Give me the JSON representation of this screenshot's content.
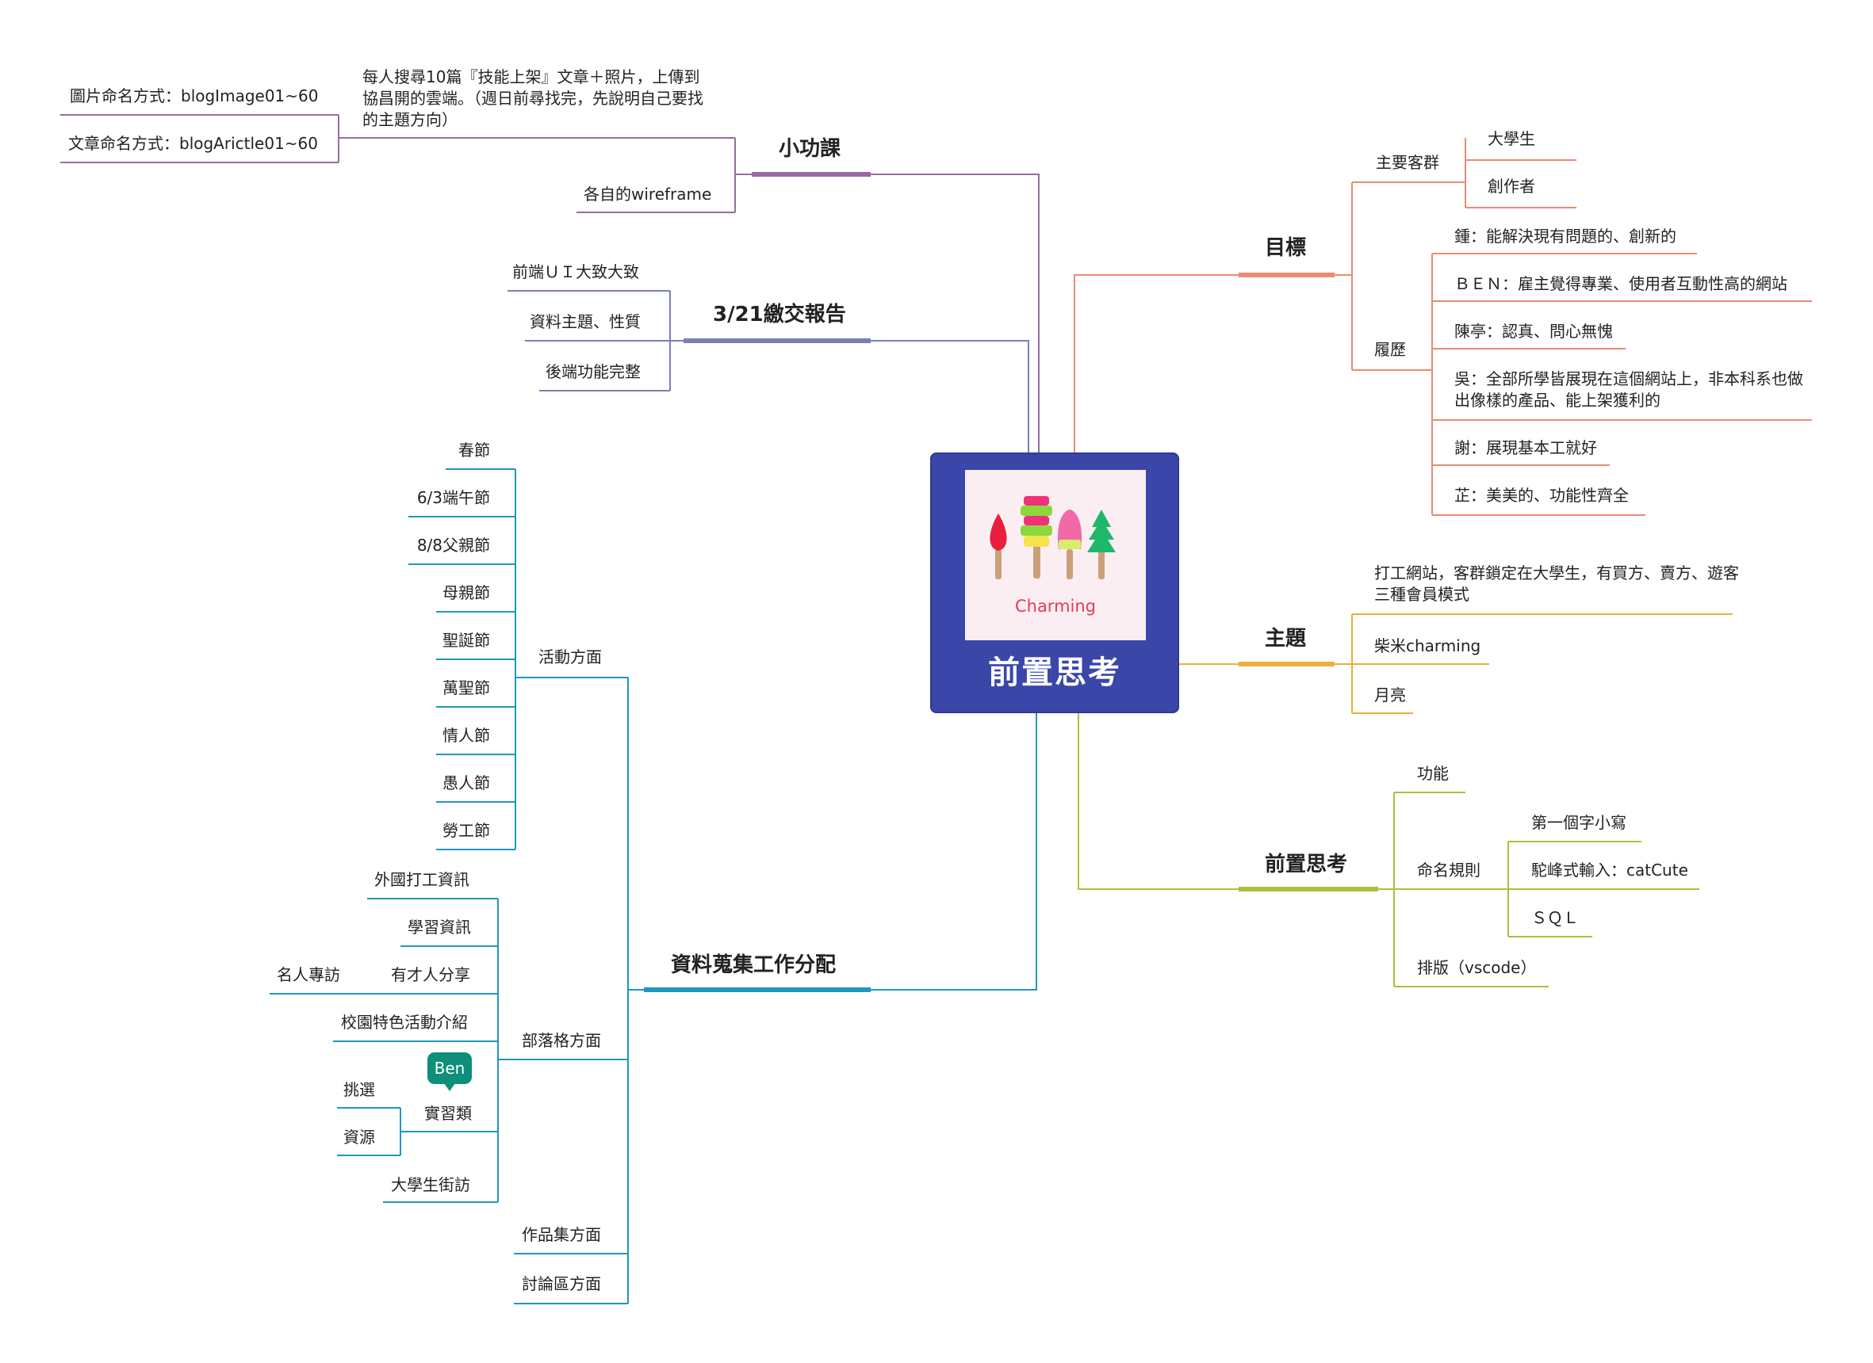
{
  "center": {
    "title": "前置思考",
    "logo_text": "Charming"
  },
  "badge": {
    "label": "Ben"
  },
  "branches": {
    "mubiao": {
      "label": "目標",
      "color": "#ec8a72",
      "customers": {
        "label": "主要客群",
        "items": [
          "大學生",
          "創作者"
        ]
      },
      "resume": {
        "label": "履歷",
        "items": [
          "鍾：能解決現有問題的、創新的",
          "ＢＥＮ：雇主覺得專業、使用者互動性高的網站",
          "陳亭：認真、問心無愧",
          "吳：全部所學皆展現在這個網站上，非本科系也做出像樣的產品、能上架獲利的",
          "謝：展現基本工就好",
          "芷：美美的、功能性齊全"
        ]
      }
    },
    "zhuti": {
      "label": "主題",
      "color": "#e9b03a",
      "items": [
        "打工網站，客群鎖定在大學生，有買方、賣方、遊客三種會員模式",
        "柴米charming",
        "月亮"
      ]
    },
    "qianzhi": {
      "label": "前置思考",
      "color": "#a9c23f",
      "func": "功能",
      "naming": {
        "label": "命名規則",
        "items": [
          "第一個字小寫",
          "駝峰式輸入：catCute",
          "ＳＱＬ"
        ]
      },
      "layout": "排版（vscode）"
    },
    "xiaogongke": {
      "label": "小功課",
      "color": "#9a6aa3",
      "task": "每人搜尋10篇『技能上架』文章＋照片，上傳到協昌開的雲端。（週日前尋找完，先說明自己要找的主題方向）",
      "naming": [
        "圖片命名方式：blogImage01~60",
        "文章命名方式：blogArictle01~60"
      ],
      "wireframe": "各自的wireframe"
    },
    "report": {
      "label": "3/21繳交報告",
      "color": "#7a7fb8",
      "items": [
        "前端ＵＩ大致大致",
        "資料主題、性質",
        "後端功能完整"
      ]
    },
    "collect": {
      "label": "資料蒐集工作分配",
      "color": "#1f97bf",
      "activity": {
        "label": "活動方面",
        "items": [
          "春節",
          "6/3端午節",
          "8/8父親節",
          "母親節",
          "聖誕節",
          "萬聖節",
          "情人節",
          "愚人節",
          "勞工節"
        ]
      },
      "blog": {
        "label": "部落格方面",
        "items": [
          "外國打工資訊",
          "學習資訊",
          "有才人分享",
          "校園特色活動介紹",
          "實習類",
          "大學生街訪"
        ],
        "sub_share": "名人專訪",
        "sub_intern": [
          "挑選",
          "資源"
        ]
      },
      "portfolio": "作品集方面",
      "discussion": "討論區方面"
    }
  }
}
